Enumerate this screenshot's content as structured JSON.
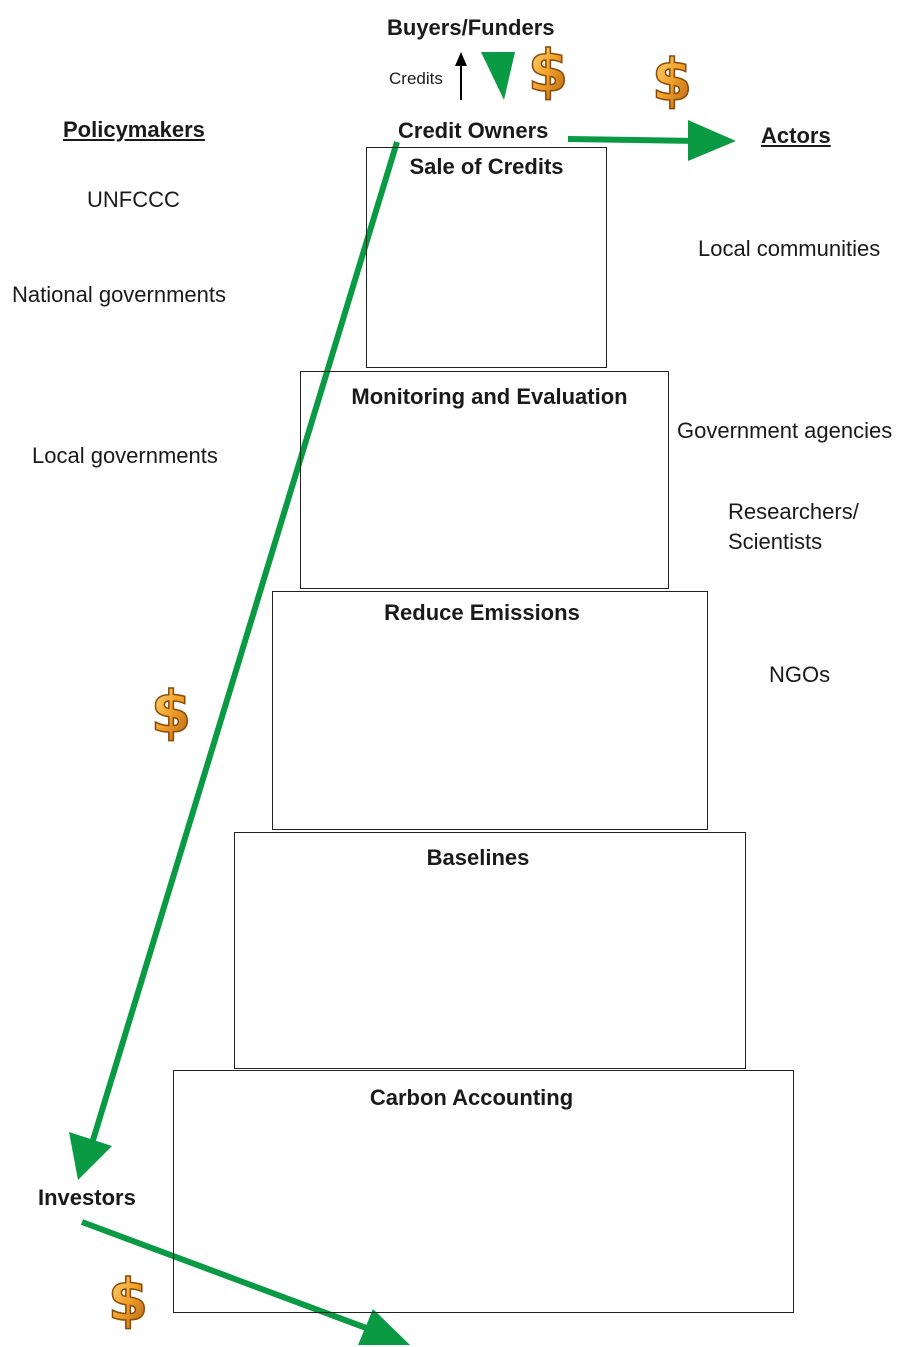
{
  "top": {
    "buyers_label": "Buyers/Funders",
    "credits_label": "Credits",
    "credit_owners_label": "Credit Owners"
  },
  "policymakers": {
    "heading": "Policymakers",
    "items": [
      "UNFCCC",
      "National governments",
      "Local governments"
    ]
  },
  "actors": {
    "heading": "Actors",
    "items": [
      "Local communities",
      "Government agencies",
      "Researchers/",
      "Scientists",
      "NGOs"
    ]
  },
  "pyramid": {
    "levels": [
      "Sale of Credits",
      "Monitoring and Evaluation",
      "Reduce Emissions",
      "Baselines",
      "Carbon Accounting"
    ]
  },
  "investors_label": "Investors",
  "colors": {
    "arrow_green": "#0a9a44",
    "dollar_gold": "#f2a12a",
    "box_border": "#222222"
  },
  "icons": [
    "dollar-icon",
    "arrow-head-icon"
  ]
}
